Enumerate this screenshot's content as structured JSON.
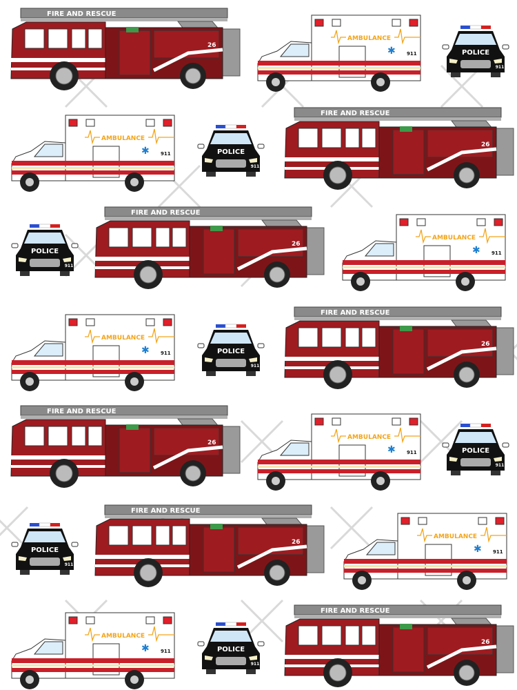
{
  "pattern": {
    "fire_truck": {
      "ladder_label": "FIRE AND RESCUE",
      "unit_number": "26"
    },
    "ambulance": {
      "label": "AMBULANCE",
      "number": "911"
    },
    "police_car": {
      "label": "POLICE",
      "number": "911"
    }
  },
  "colors": {
    "fire_red": "#9e1b20",
    "fire_dark": "#7d1518",
    "ambulance_stripe": "#c8202a",
    "ambulance_text": "#f2a51a",
    "star_of_life": "#1e7fd0",
    "police_body": "#111111",
    "watermark": "#d0d0d0"
  }
}
